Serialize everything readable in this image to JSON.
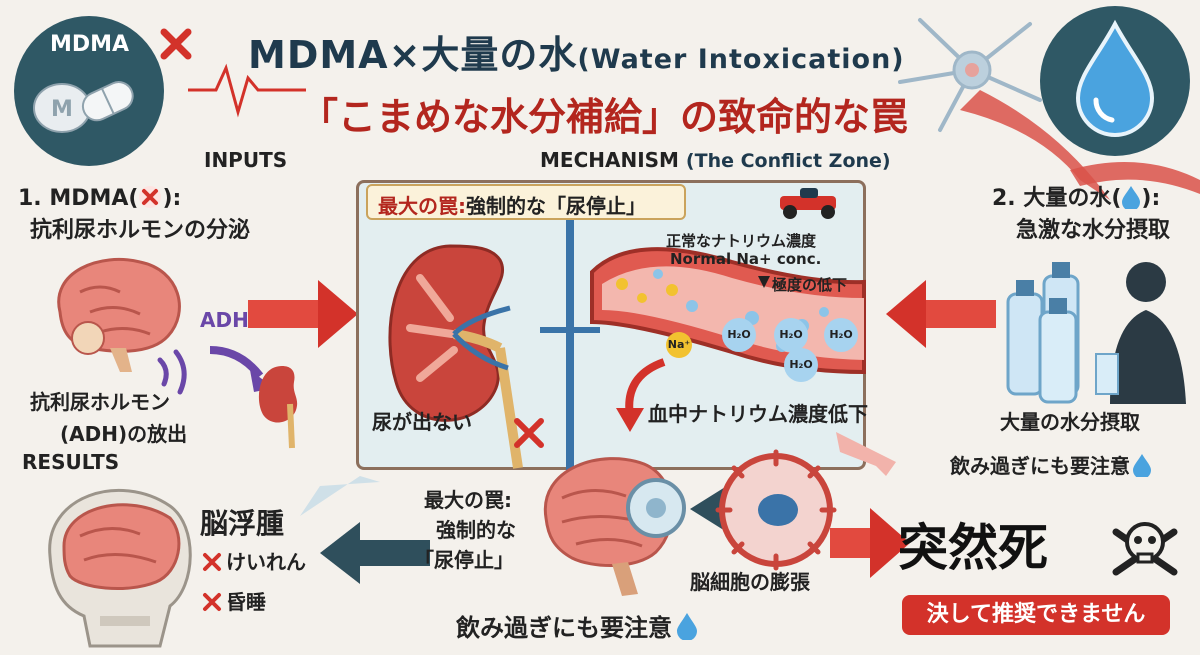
{
  "title": {
    "main": "MDMA×大量の水",
    "main_sub": "(Water Intoxication)",
    "subtitle": "「こまめな水分補給」の致命的な罠"
  },
  "badges": {
    "mdma_label": "MDMA",
    "pill_letter": "M"
  },
  "sections": {
    "inputs": "INPUTS",
    "mechanism": "MECHANISM",
    "mechanism_note": "(The Conflict Zone)",
    "results": "RESULTS"
  },
  "input_mdma": {
    "heading_prefix": "1. MDMA(",
    "heading_suffix": "):",
    "description": "抗利尿ホルモンの分泌",
    "adh_label": "ADH",
    "release_line1": "抗利尿ホルモン",
    "release_line2": "(ADH)の放出"
  },
  "input_water": {
    "heading_prefix": "2. 大量の水(",
    "heading_suffix": "):",
    "description": "急激な水分摂取",
    "intake_label": "大量の水分摂取",
    "caution_label": "飲み過ぎにも要注意"
  },
  "mechanism": {
    "trap_prefix": "最大の罠:",
    "trap_text": "強制的な「尿停止」",
    "no_urine": "尿が出ない",
    "normal_na_jp": "正常なナトリウム濃度",
    "normal_na_en": "Normal Na+ conc.",
    "extreme_drop": "極度の低下",
    "sodium_drop": "血中ナトリウム濃度低下",
    "na_ion": "Na⁺",
    "h2o": "H₂O"
  },
  "results": {
    "brain_edema": "脳浮腫",
    "symptom1": "けいれん",
    "symptom2": "昏睡",
    "trap_line1": "最大の罠:",
    "trap_line2": "強制的な",
    "trap_line3": "「尿停止」",
    "cell_swelling": "脳細胞の膨張",
    "caution_bottom": "飲み過ぎにも要注意",
    "death": "突然死",
    "never_recommended": "決して推奨できません"
  },
  "colors": {
    "navy": "#1f3a4d",
    "danger_red": "#d3322a",
    "badge_teal": "#2f5865",
    "water_blue": "#4aa3df",
    "box_bg": "#e3eef0"
  }
}
